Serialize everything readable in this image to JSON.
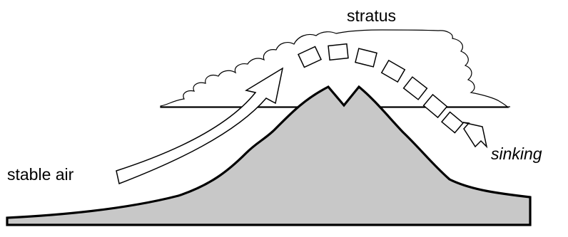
{
  "labels": {
    "cloud": "stratus",
    "rising_air": "stable air",
    "descending_air": "sinking"
  },
  "colors": {
    "mountain_fill": "#c8c8c8",
    "outline": "#000000",
    "background": "#ffffff"
  }
}
